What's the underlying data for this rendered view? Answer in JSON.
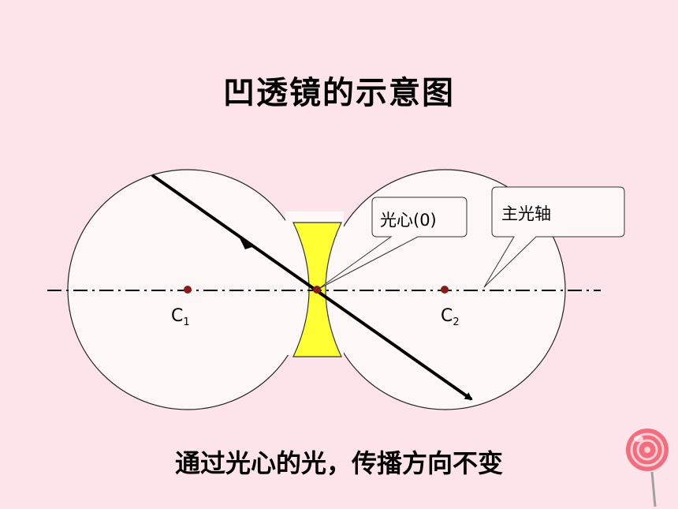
{
  "title": "凹透镜的示意图",
  "caption": "通过光心的光，传播方向不变",
  "labels": {
    "optical_center": "光心(0)",
    "principal_axis": "主光轴",
    "c1_letter": "C",
    "c1_sub": "1",
    "c2_letter": "C",
    "c2_sub": "2"
  },
  "colors": {
    "background": "#fde4ea",
    "lens_fill": "#ffff33",
    "circle_fill": "#fdf7f8",
    "point": "#8b1a1a",
    "line": "#000000"
  },
  "icons": {
    "corner": "lollipop-icon"
  }
}
